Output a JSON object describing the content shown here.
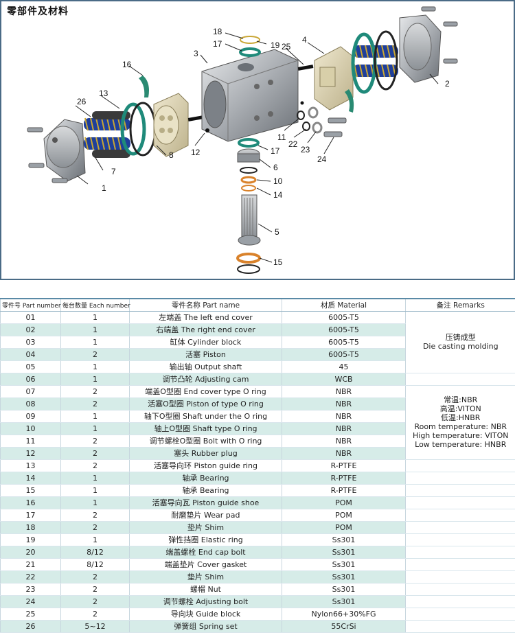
{
  "title": "零部件及材料",
  "callouts": [
    "1",
    "2",
    "3",
    "4",
    "5",
    "6",
    "7",
    "8",
    "10",
    "11",
    "12",
    "13",
    "14",
    "15",
    "16",
    "17",
    "17",
    "18",
    "19",
    "22",
    "23",
    "24",
    "25",
    "26"
  ],
  "table": {
    "headers": {
      "part_no": "零件号 Part number",
      "qty": "每台数量 Each number",
      "name": "零件名称 Part name",
      "material": "材质 Material",
      "remarks": "备注 Remarks"
    },
    "rows": [
      {
        "no": "01",
        "qty": "1",
        "name": "左端盖 The left end cover",
        "material": "6005-T5"
      },
      {
        "no": "02",
        "qty": "1",
        "name": "右端盖 The right end cover",
        "material": "6005-T5"
      },
      {
        "no": "03",
        "qty": "1",
        "name": "缸体 Cylinder block",
        "material": "6005-T5"
      },
      {
        "no": "04",
        "qty": "2",
        "name": "活塞 Piston",
        "material": "6005-T5"
      },
      {
        "no": "05",
        "qty": "1",
        "name": "输出轴 Output shaft",
        "material": "45"
      },
      {
        "no": "06",
        "qty": "1",
        "name": "调节凸轮 Adjusting cam",
        "material": "WCB"
      },
      {
        "no": "07",
        "qty": "2",
        "name": "端盖O型圈 End cover type O ring",
        "material": "NBR"
      },
      {
        "no": "08",
        "qty": "2",
        "name": "活塞O型圈 Piston  of type O ring",
        "material": "NBR"
      },
      {
        "no": "09",
        "qty": "1",
        "name": "轴下O型圈 Shaft under the O ring",
        "material": "NBR"
      },
      {
        "no": "10",
        "qty": "1",
        "name": "轴上O型圈 Shaft type O ring",
        "material": "NBR"
      },
      {
        "no": "11",
        "qty": "2",
        "name": "调节螺栓O型圈 Bolt with O ring",
        "material": "NBR"
      },
      {
        "no": "12",
        "qty": "2",
        "name": "塞头 Rubber plug",
        "material": "NBR"
      },
      {
        "no": "13",
        "qty": "2",
        "name": "活塞导向环 Piston guide ring",
        "material": "R-PTFE"
      },
      {
        "no": "14",
        "qty": "1",
        "name": "轴承 Bearing",
        "material": "R-PTFE"
      },
      {
        "no": "15",
        "qty": "1",
        "name": "轴承 Bearing",
        "material": "R-PTFE"
      },
      {
        "no": "16",
        "qty": "1",
        "name": "活塞导向瓦 Piston guide shoe",
        "material": "POM"
      },
      {
        "no": "17",
        "qty": "2",
        "name": "耐磨垫片 Wear pad",
        "material": "POM"
      },
      {
        "no": "18",
        "qty": "2",
        "name": "垫片 Shim",
        "material": "POM"
      },
      {
        "no": "19",
        "qty": "1",
        "name": "弹性挡圈 Elastic ring",
        "material": "Ss301"
      },
      {
        "no": "20",
        "qty": "8/12",
        "name": "端盖螺栓 End cap bolt",
        "material": "Ss301"
      },
      {
        "no": "21",
        "qty": "8/12",
        "name": "端盖垫片 Cover gasket",
        "material": "Ss301"
      },
      {
        "no": "22",
        "qty": "2",
        "name": "垫片 Shim",
        "material": "Ss301"
      },
      {
        "no": "23",
        "qty": "2",
        "name": "螺帽 Nut",
        "material": "Ss301"
      },
      {
        "no": "24",
        "qty": "2",
        "name": "调节螺栓 Adjusting bolt",
        "material": "Ss301"
      },
      {
        "no": "25",
        "qty": "2",
        "name": "导向块 Guide block",
        "material": "Nylon66+30%FG"
      },
      {
        "no": "26",
        "qty": "5~12",
        "name": "弹簧组 Spring set",
        "material": "55CrSi"
      }
    ],
    "remark_die_casting": [
      "压铸成型",
      "Die casting molding"
    ],
    "remark_temperatures": [
      "常温:NBR",
      "高温:VITON",
      "低温:HNBR",
      "Room temperature: NBR",
      "High temperature: VITON",
      "Low temperature: HNBR"
    ]
  },
  "colors": {
    "frame_border": "#4a6b86",
    "table_header_rule": "#5a8aa6",
    "row_alt": "#d6ece8",
    "spring_blue": "#1f3f9a",
    "spring_yellow": "#c9a634",
    "ring_teal": "#1f8a7a",
    "ring_orange": "#d9822b"
  }
}
